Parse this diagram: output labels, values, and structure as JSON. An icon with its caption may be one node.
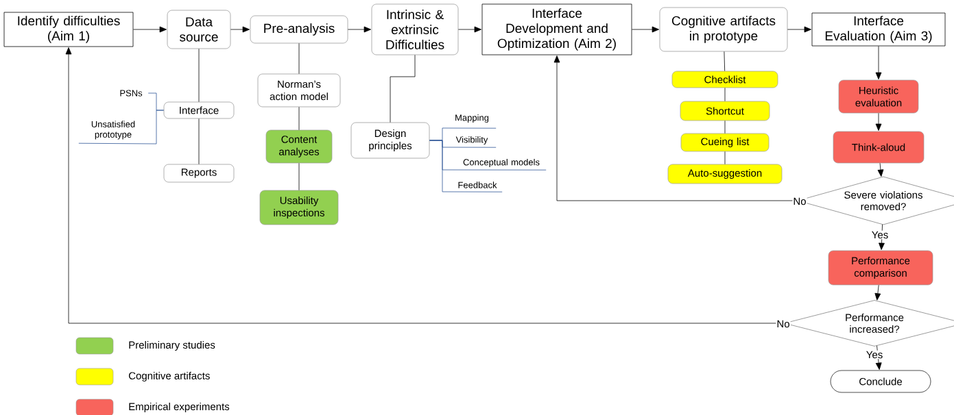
{
  "diagram": {
    "nodes": [
      {
        "text": [
          "Identify difficulties (Aim 1)"
        ]
      },
      {
        "text": [
          "Data source"
        ]
      },
      {
        "text": [
          "Pre-analysis"
        ]
      },
      {
        "text": [
          "Intrinsic & extrinsic Difficulties"
        ]
      },
      {
        "text": [
          "Interface Development and Optimization (Aim 2)"
        ]
      },
      {
        "text": [
          "Cognitive artifacts in prototype"
        ]
      },
      {
        "text": [
          "Interface Evaluation (Aim 3)"
        ]
      },
      {
        "text": [
          "Interface"
        ]
      },
      {
        "text": [
          "PSNs"
        ]
      },
      {
        "text": [
          "Unsatisfied prototype"
        ]
      },
      {
        "text": [
          "Reports"
        ]
      },
      {
        "text": [
          "Norman’s action model"
        ]
      },
      {
        "text": [
          "Content analyses"
        ]
      },
      {
        "text": [
          "Usability inspections"
        ]
      },
      {
        "text": [
          "Design principles"
        ]
      },
      {
        "text": [
          "Mapping"
        ]
      },
      {
        "text": [
          "Visibility"
        ]
      },
      {
        "text": [
          "Conceptual models"
        ]
      },
      {
        "text": [
          "Feedback"
        ]
      },
      {
        "text": [
          "Checklist"
        ]
      },
      {
        "text": [
          "Shortcut"
        ]
      },
      {
        "text": [
          "Cueing list"
        ]
      },
      {
        "text": [
          "Auto-suggestion"
        ]
      },
      {
        "text": [
          "Heuristic evaluation"
        ]
      },
      {
        "text": [
          "Think-aloud"
        ]
      },
      {
        "text": [
          "Severe violations removed?"
        ]
      },
      {
        "text": [
          "Performance comparison"
        ]
      },
      {
        "text": [
          "Performance increased?"
        ]
      },
      {
        "text": [
          "Conclude"
        ]
      }
    ],
    "edges": [
      {
        "from": 0,
        "to": 1,
        "arrow": "to"
      },
      {
        "from": 1,
        "to": 2,
        "arrow": "to"
      },
      {
        "from": 2,
        "to": 3,
        "arrow": "to"
      },
      {
        "from": 3,
        "to": 4,
        "arrow": "to"
      },
      {
        "from": 4,
        "to": 5,
        "arrow": "to"
      },
      {
        "from": 5,
        "to": 6,
        "arrow": "to"
      },
      {
        "from": 1,
        "to": 7,
        "arrow": "none"
      },
      {
        "from": 7,
        "to": 10,
        "arrow": "none"
      },
      {
        "from": 7,
        "to": 8,
        "arrow": "none",
        "color": "#2f5597"
      },
      {
        "from": 7,
        "to": 9,
        "arrow": "none",
        "color": "#2f5597"
      },
      {
        "from": 2,
        "to": 11,
        "arrow": "none"
      },
      {
        "from": 11,
        "to": 12,
        "arrow": "none"
      },
      {
        "from": 12,
        "to": 13,
        "arrow": "none"
      },
      {
        "from": 3,
        "to": 14,
        "arrow": "none"
      },
      {
        "from": 14,
        "to": 15,
        "arrow": "none",
        "color": "#2f5597"
      },
      {
        "from": 14,
        "to": 16,
        "arrow": "none",
        "color": "#2f5597"
      },
      {
        "from": 14,
        "to": 17,
        "arrow": "none",
        "color": "#2f5597"
      },
      {
        "from": 14,
        "to": 18,
        "arrow": "none",
        "color": "#2f5597"
      },
      {
        "from": 5,
        "to": 19,
        "arrow": "none"
      },
      {
        "from": 19,
        "to": 20,
        "arrow": "none"
      },
      {
        "from": 20,
        "to": 21,
        "arrow": "none"
      },
      {
        "from": 21,
        "to": 22,
        "arrow": "none"
      },
      {
        "from": 6,
        "to": 23,
        "arrow": "to"
      },
      {
        "from": 23,
        "to": 24,
        "arrow": "to"
      },
      {
        "from": 24,
        "to": 25,
        "arrow": "to"
      },
      {
        "from": 25,
        "to": 4,
        "arrow": "to",
        "label": "No"
      },
      {
        "from": 25,
        "to": 26,
        "arrow": "to",
        "label": "Yes"
      },
      {
        "from": 26,
        "to": 27,
        "arrow": "to"
      },
      {
        "from": 27,
        "to": 0,
        "arrow": "to",
        "label": "No"
      },
      {
        "from": 27,
        "to": 28,
        "arrow": "to",
        "label": "Yes"
      }
    ],
    "legend": [
      {
        "text": "Preliminary studies",
        "color": "#92d050"
      },
      {
        "text": "Cognitive artifacts",
        "color": "#ffff00"
      },
      {
        "text": "Empirical experiments",
        "color": "#f8645c"
      }
    ]
  }
}
